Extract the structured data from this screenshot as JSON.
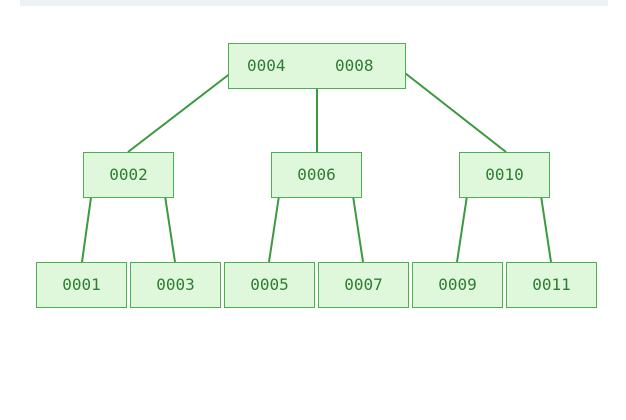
{
  "colors": {
    "node_fill": "#dff8dc",
    "node_border": "#4caf50",
    "edge": "#3a9a3f",
    "text": "#2e7d32"
  },
  "tree": {
    "root": {
      "keys": [
        "0004",
        "0008"
      ]
    },
    "level1": [
      {
        "keys": [
          "0002"
        ]
      },
      {
        "keys": [
          "0006"
        ]
      },
      {
        "keys": [
          "0010"
        ]
      }
    ],
    "leaves": [
      {
        "keys": [
          "0001"
        ]
      },
      {
        "keys": [
          "0003"
        ]
      },
      {
        "keys": [
          "0005"
        ]
      },
      {
        "keys": [
          "0007"
        ]
      },
      {
        "keys": [
          "0009"
        ]
      },
      {
        "keys": [
          "0011"
        ]
      }
    ]
  }
}
